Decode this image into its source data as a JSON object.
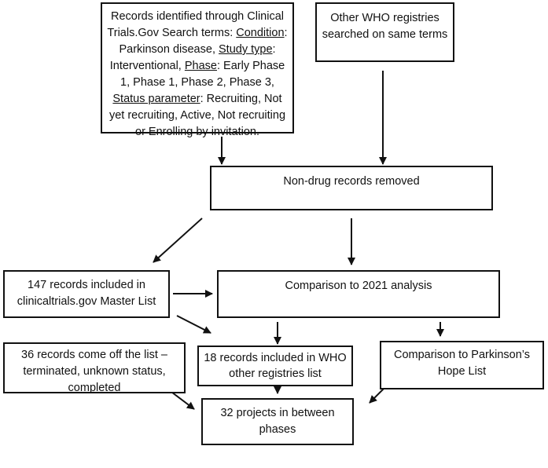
{
  "boxes": {
    "clinicaltrials": {
      "pre1": "Records identified through Clinical Trials.Gov Search terms: ",
      "cond_label": "Condition",
      "cond_value": ": Parkinson disease, ",
      "type_label": "Study type",
      "type_value": ": Interventional, ",
      "phase_label": "Phase",
      "phase_value": ":  Early Phase 1, Phase 1, Phase 2, Phase 3, ",
      "status_label": "Status parameter",
      "status_value": ": Recruiting, Not yet recruiting, Active, Not recruiting or Enrolling by invitation."
    },
    "who_search": "Other WHO registries searched on same terms",
    "nondrug": "Non-drug records removed",
    "master_list": "147 records included in clinicaltrials.gov  Master List",
    "comparison_2021": "Comparison to 2021 analysis",
    "come_off": "36 records come off the list – terminated, unknown status, completed",
    "who_list": "18 records included in WHO other registries list",
    "hope_list": "Comparison to Parkinson’s Hope List",
    "between": "32 projects in between phases"
  }
}
